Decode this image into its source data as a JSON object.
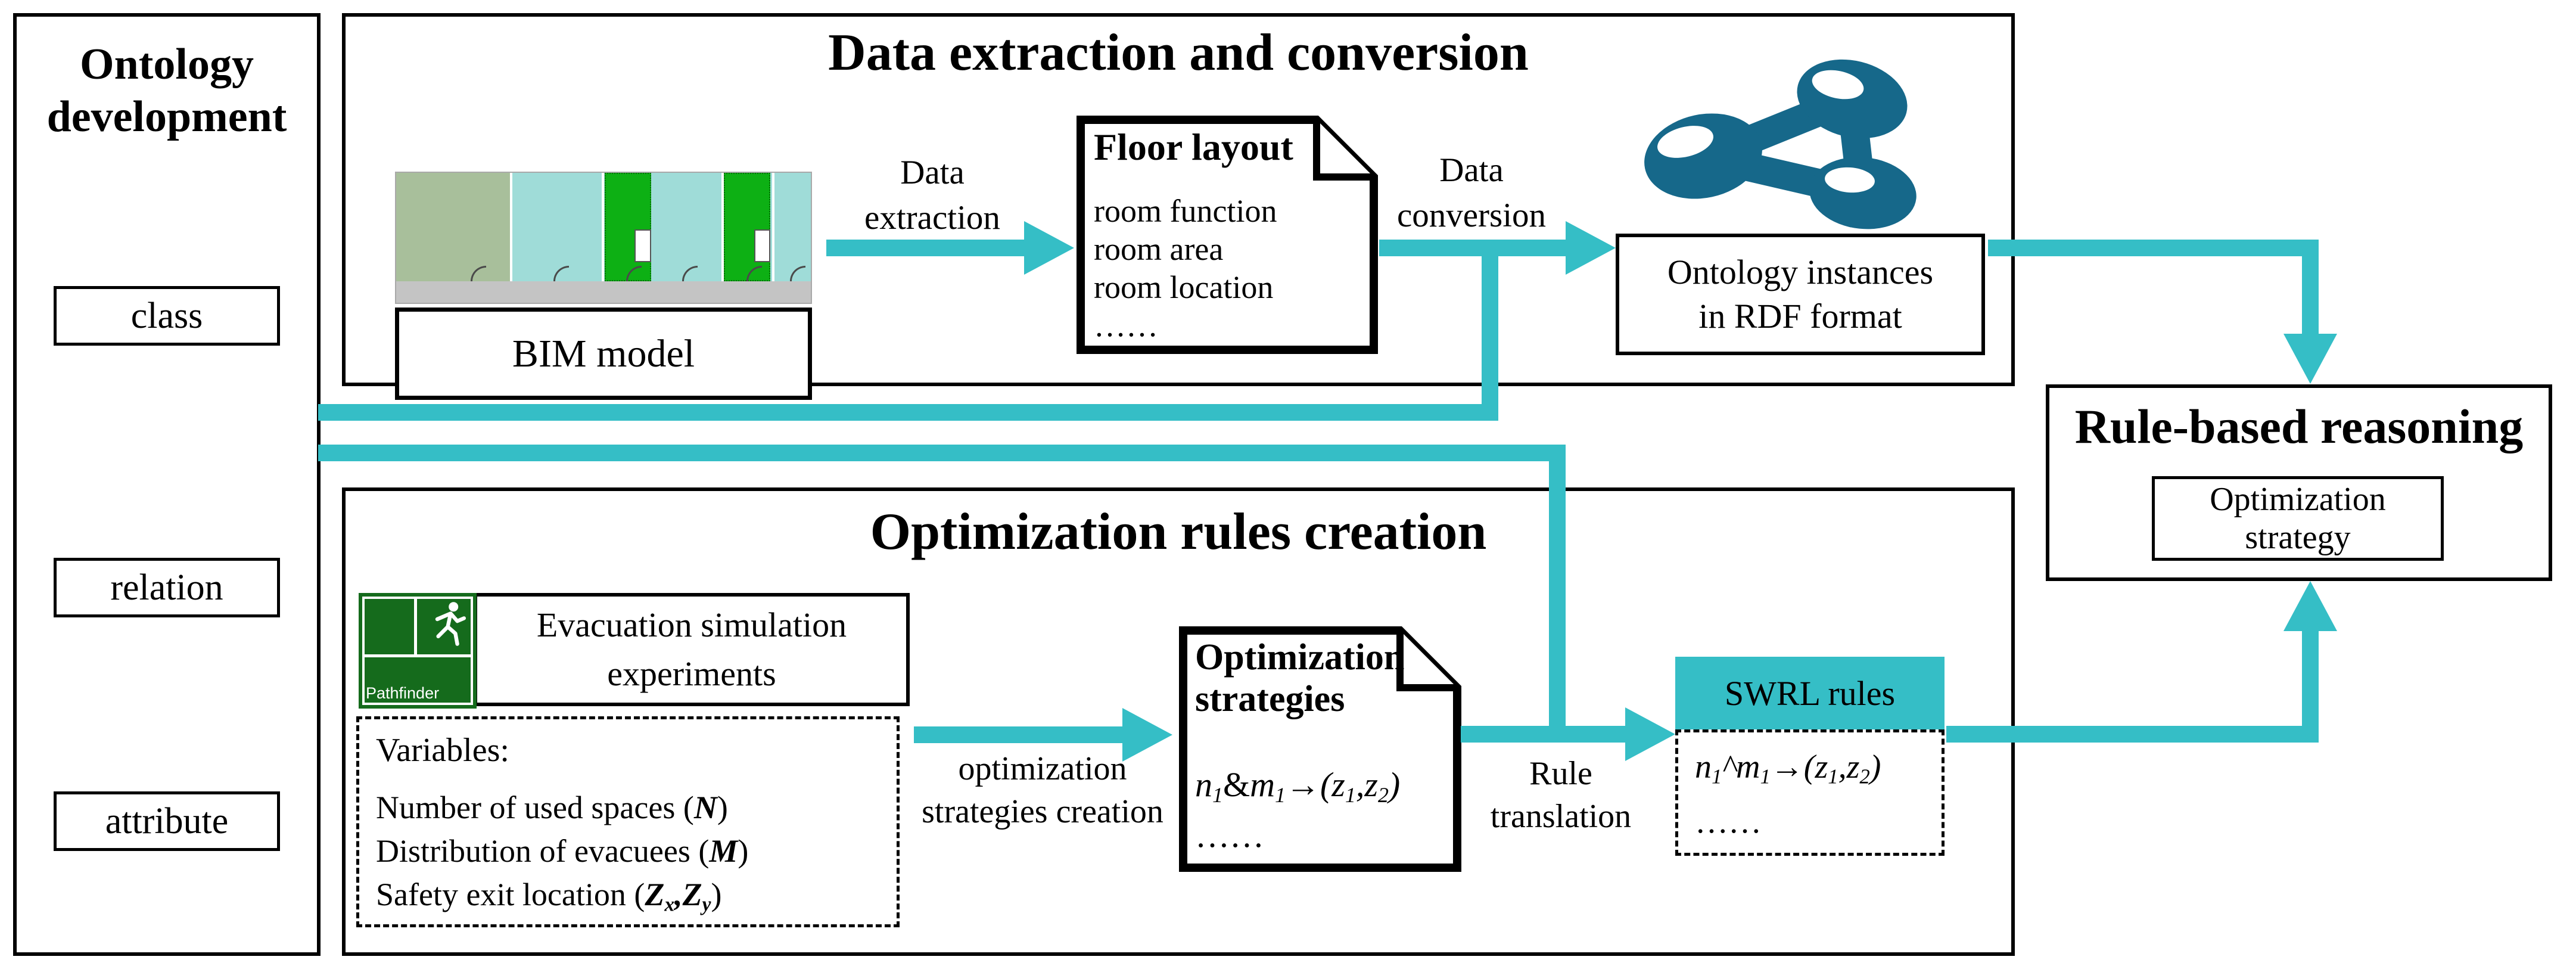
{
  "colors": {
    "arrow_teal": "#35bec6",
    "rdf_icon_blue": "#16688a",
    "pathfinder_green": "#156b1c",
    "bim_room_teal": "#9fdcd8",
    "bim_room_sage": "#a8bf9b",
    "bim_stair_green": "#0db014",
    "bim_corridor_gray": "#c4c4c4",
    "swrl_header_fill": "#35bec6"
  },
  "ontology_panel": {
    "title_lines": [
      "Ontology",
      "development"
    ],
    "boxes": [
      "class",
      "relation",
      "attribute"
    ]
  },
  "extraction_panel": {
    "title": "Data extraction and conversion",
    "bim_caption": "BIM model",
    "data_extraction_label_lines": [
      "Data",
      "extraction"
    ],
    "floor_layout_doc": {
      "title": "Floor layout",
      "lines": [
        "room function",
        "room area",
        "room location",
        "……"
      ]
    },
    "data_conversion_label_lines": [
      "Data",
      "conversion"
    ],
    "rdf_box_lines": [
      "Ontology instances",
      "in RDF format"
    ]
  },
  "creation_panel": {
    "title": "Optimization rules creation",
    "pathfinder_label": "Pathfinder",
    "evacuation_box_lines": [
      "Evacuation simulation",
      "experiments"
    ],
    "variables": {
      "heading": "Variables:",
      "items": [
        [
          {
            "t": "Number of used spaces ("
          },
          {
            "t": "N",
            "s": "bi"
          },
          {
            "t": ")"
          }
        ],
        [
          {
            "t": "Distribution of evacuees ("
          },
          {
            "t": "M",
            "s": "bi"
          },
          {
            "t": ")"
          }
        ],
        [
          {
            "t": "Safety exit location ("
          },
          {
            "t": "Z",
            "s": "bi"
          },
          {
            "t": "x",
            "s": "bisub"
          },
          {
            "t": ",",
            "s": "bi"
          },
          {
            "t": "Z",
            "s": "bi"
          },
          {
            "t": "y",
            "s": "bisub"
          },
          {
            "t": ")"
          }
        ]
      ]
    },
    "opt_creation_label_lines": [
      "optimization",
      "strategies creation"
    ],
    "strategies_doc": {
      "title_lines": [
        "Optimization",
        "strategies"
      ],
      "formula": [
        {
          "t": "n",
          "s": "i"
        },
        {
          "t": "1",
          "s": "isub"
        },
        {
          "t": "&"
        },
        {
          "t": "m",
          "s": "i"
        },
        {
          "t": "1",
          "s": "isub"
        },
        {
          "t": "→"
        },
        {
          "t": "(z",
          "s": "i"
        },
        {
          "t": "1",
          "s": "isub"
        },
        {
          "t": ",z",
          "s": "i"
        },
        {
          "t": "2",
          "s": "isub"
        },
        {
          "t": ")",
          "s": "i"
        }
      ],
      "ellipsis": "……"
    },
    "rule_translation_label_lines": [
      "Rule",
      "translation"
    ],
    "swrl": {
      "header": "SWRL rules",
      "formula": [
        {
          "t": "n",
          "s": "i"
        },
        {
          "t": "1",
          "s": "isub"
        },
        {
          "t": "^",
          "s": "i"
        },
        {
          "t": "m",
          "s": "i"
        },
        {
          "t": "1",
          "s": "isub"
        },
        {
          "t": "→"
        },
        {
          "t": "(z",
          "s": "i"
        },
        {
          "t": "1",
          "s": "isub"
        },
        {
          "t": ",z",
          "s": "i"
        },
        {
          "t": "2",
          "s": "isub"
        },
        {
          "t": ")",
          "s": "i"
        }
      ],
      "ellipsis": "……"
    }
  },
  "reasoning_panel": {
    "title": "Rule-based reasoning",
    "inner_box_lines": [
      "Optimization",
      "strategy"
    ]
  }
}
